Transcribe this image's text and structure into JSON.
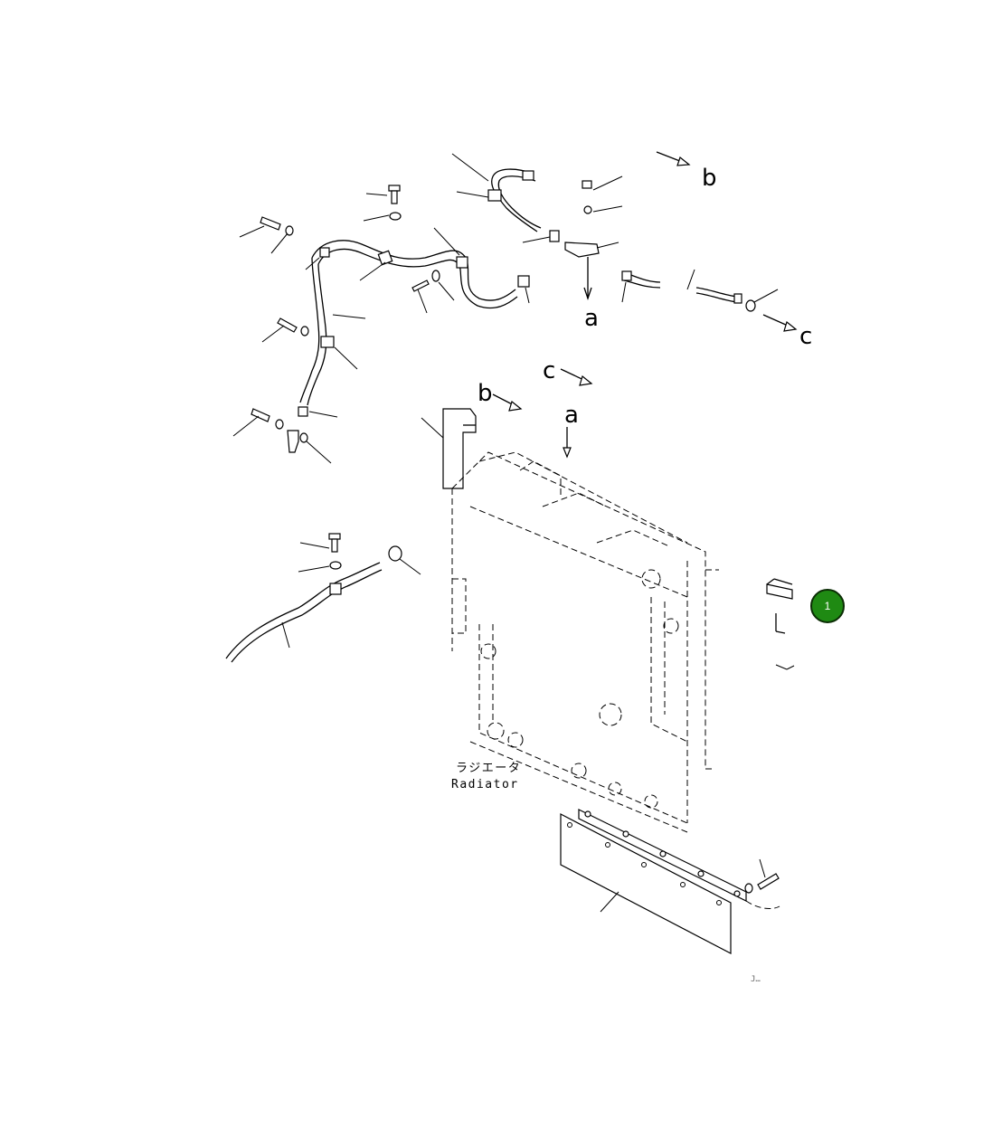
{
  "colors": {
    "line": "#000000",
    "background": "#ffffff",
    "callout_fill": "#1f8a13"
  },
  "direction_labels": {
    "a_top": "a",
    "b_top": "b",
    "c_top": "c",
    "a_mid": "a",
    "b_mid": "b",
    "c_mid": "c"
  },
  "radiator_caption": {
    "japanese": "ラジエータ",
    "english": "Radiator"
  },
  "drawing_code": "J…",
  "callouts": [
    {
      "number": "1"
    }
  ]
}
